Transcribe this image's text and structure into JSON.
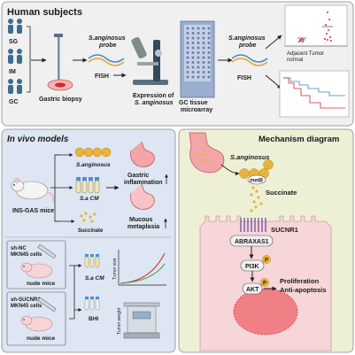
{
  "panels": {
    "human": {
      "title": "Human subjects",
      "groups": [
        "SG",
        "IM",
        "GC"
      ],
      "labels": {
        "biopsy": "Gastric biopsy",
        "probe1_line1": "S.anginosus",
        "probe1_line2": "probe",
        "fish1": "FISH",
        "expression_line1": "Expression of",
        "expression_line2": "S. anginosus",
        "microarray_line1": "GC tissue",
        "microarray_line2": "microarray",
        "probe2_line1": "S.anginosus",
        "probe2_line2": "probe",
        "fish2": "FISH",
        "plot_caption_line1": "Adjacent Tumor",
        "plot_caption_line2": "normal"
      }
    },
    "invivo": {
      "title": "In vivo models",
      "labels": {
        "bacteria": "S.anginosus",
        "cm": "S.a CM",
        "succinate": "Succinate",
        "mice": "INS-GAS mice",
        "inflam_line1": "Gastric",
        "inflam_line2": "inflammation",
        "meta_line1": "Mucous",
        "meta_line2": "metaplasia",
        "shnc_line1": "sh-NC",
        "shnc_line2": "MKN45 cells",
        "shsucnr1_line1": "sh-SUCNR1",
        "shsucnr1_line2": "MKN45 cells",
        "nude1": "nude mice",
        "nude2": "nude mice",
        "sacm2": "S.a CM",
        "bhi": "BHI",
        "graph_ylabel": "Tumor size",
        "scale_ylabel": "Tumor weight"
      }
    },
    "mechanism": {
      "title": "Mechanism diagram",
      "labels": {
        "bacteria": "S.anginosus",
        "gene": "metB",
        "succinate": "Succinate",
        "receptor": "SUCNR1",
        "abraxas": "ABRAXAS1",
        "pi3k": "PI3K",
        "akt": "AKT",
        "p1": "P",
        "p2": "P",
        "out_line1": "Proliferation",
        "out_line2": "Anti-apoptosis"
      }
    }
  },
  "colors": {
    "panel_top": "#f0f0f0",
    "panel_left": "#dde6f2",
    "panel_right": "#eef0d6",
    "bacteria": "#e8b43c",
    "cell": "#f6d6d8",
    "nucleus": "#f07f86",
    "red": "#d6282b",
    "receptor": "#6b4fa0"
  }
}
